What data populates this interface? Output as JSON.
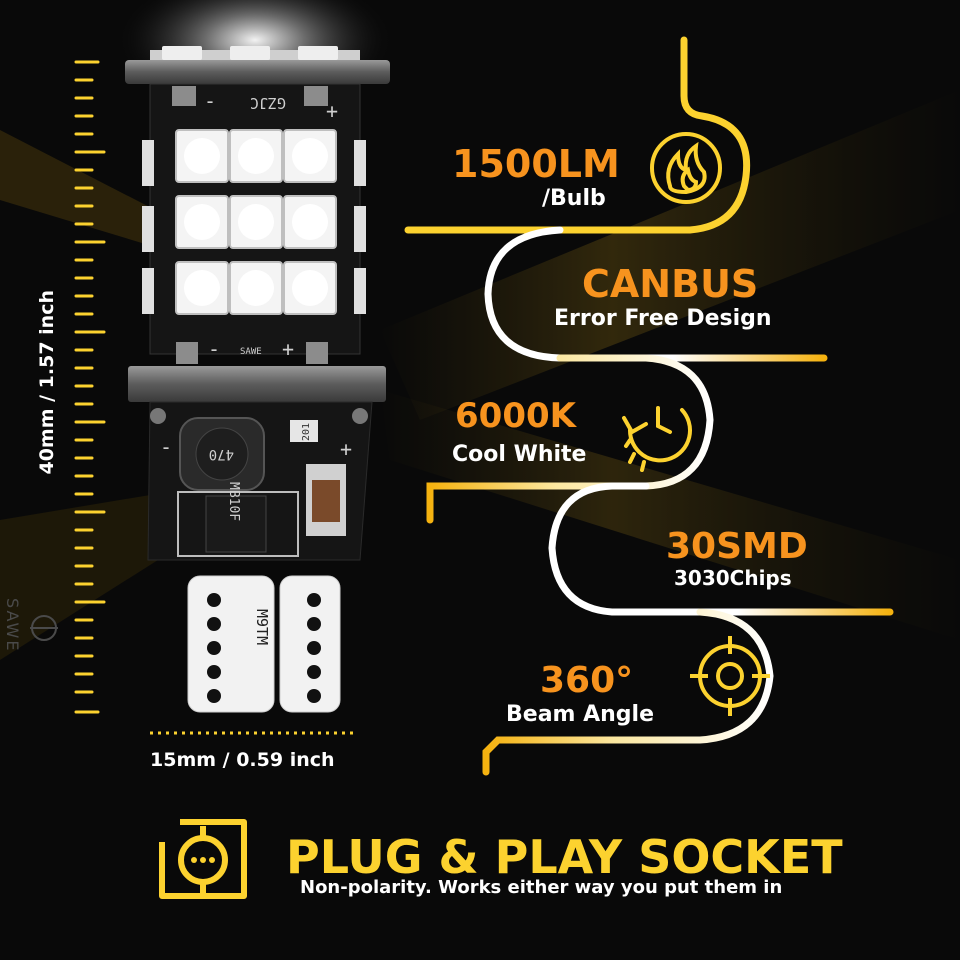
{
  "colors": {
    "accent_orange": "#f7931e",
    "accent_yellow": "#fcd22f",
    "background": "#0d0d0d",
    "text_white": "#ffffff"
  },
  "dimensions": {
    "height_label": "40mm / 1.57 inch",
    "width_label": "15mm / 0.59 inch"
  },
  "bulb": {
    "brand_mark": "SAWE",
    "top_marks": {
      "minus": "-",
      "text": "GZJC",
      "plus": "+"
    },
    "bottom_marks": {
      "minus": "-",
      "text": "SAWE",
      "plus": "+"
    },
    "inductor_text": "470",
    "resistor_text": "201",
    "chip_text": "MB10F",
    "base_text": "M9TM",
    "base_marks": {
      "minus": "-",
      "plus": "+"
    }
  },
  "features": [
    {
      "title": "1500LM",
      "subtitle": "/Bulb",
      "icon": "flame-icon"
    },
    {
      "title": "CANBUS",
      "subtitle": "Error Free Design",
      "icon": ""
    },
    {
      "title": "6000K",
      "subtitle": "Cool White",
      "icon": "clock-icon"
    },
    {
      "title": "30SMD",
      "subtitle": "3030Chips",
      "icon": ""
    },
    {
      "title": "360°",
      "subtitle": "Beam Angle",
      "icon": "crosshair-icon"
    }
  ],
  "plug": {
    "title": "PLUG & PLAY SOCKET",
    "subtitle": "Non-polarity. Works either way you put them in",
    "icon": "plug-socket-icon"
  }
}
